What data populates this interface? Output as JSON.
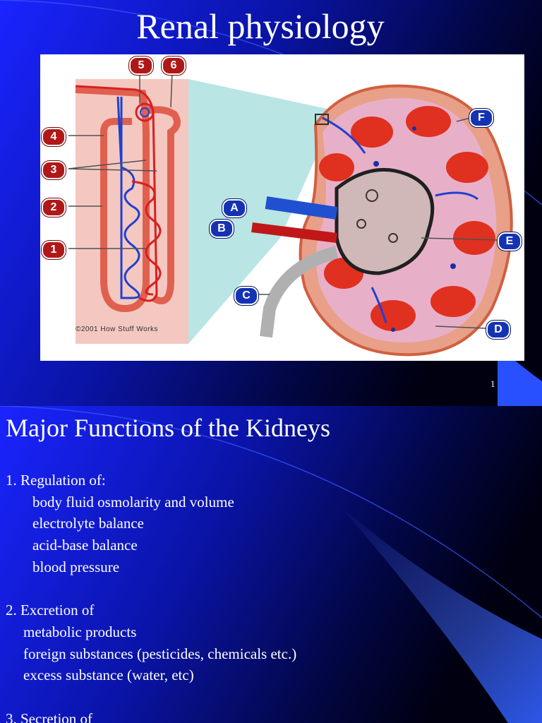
{
  "slide1": {
    "title": "Renal physiology",
    "copyright": "©2001 How Stuff Works",
    "page_number": "1",
    "callouts": [
      "5",
      "6",
      "4",
      "3",
      "2",
      "1",
      "A",
      "B",
      "C",
      "D",
      "E",
      "F"
    ],
    "colors": {
      "accent_blue": "#1e3cff",
      "callout_red": "#b01818",
      "callout_blue": "#1432b4",
      "cortex": "#e8a08c",
      "medulla": "#e03020"
    }
  },
  "slide2": {
    "heading": "Major Functions of the Kidneys",
    "section1": {
      "title": "1. Regulation of:",
      "items": [
        "body fluid osmolarity and volume",
        "electrolyte balance",
        "acid-base balance",
        "blood pressure"
      ]
    },
    "section2": {
      "title": "2. Excretion of",
      "items": [
        "metabolic products",
        "foreign substances (pesticides, chemicals etc.)",
        "excess substance (water, etc)"
      ]
    },
    "section3": {
      "title": "3. Secretion of"
    }
  }
}
